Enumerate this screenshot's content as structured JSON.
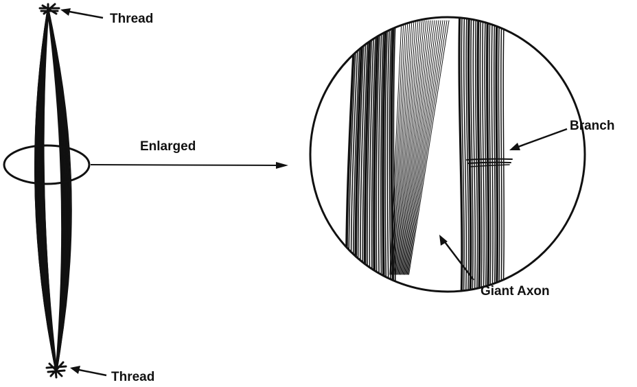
{
  "labels": {
    "thread_top": "Thread",
    "thread_bottom": "Thread",
    "enlarged": "Enlarged",
    "branch": "Branch",
    "giant_axon": "Giant Axon"
  },
  "colors": {
    "ink": "#111111",
    "background": "#ffffff"
  }
}
